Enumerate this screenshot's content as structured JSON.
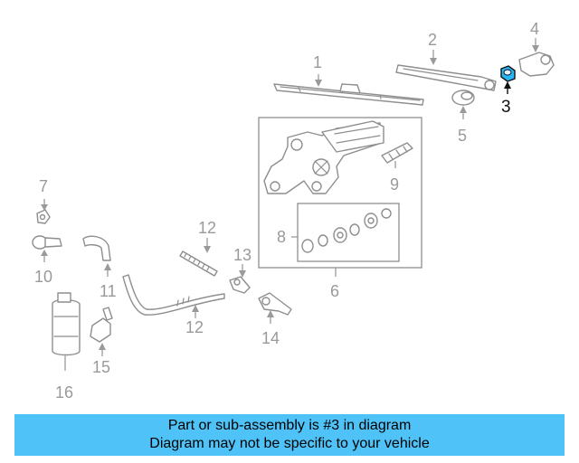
{
  "callouts": {
    "n1": "1",
    "n2": "2",
    "n3": "3",
    "n4": "4",
    "n5": "5",
    "n6": "6",
    "n7": "7",
    "n8": "8",
    "n9": "9",
    "n10": "10",
    "n11": "11",
    "n12a": "12",
    "n12b": "12",
    "n13": "13",
    "n14": "14",
    "n15": "15",
    "n16": "16"
  },
  "highlight": {
    "part_number": "3",
    "color": "#29b6f6"
  },
  "banner": {
    "line1": "Part or sub-assembly is #3 in diagram",
    "line2": "Diagram may not be specific to your vehicle",
    "background": "#4fc3f7"
  }
}
